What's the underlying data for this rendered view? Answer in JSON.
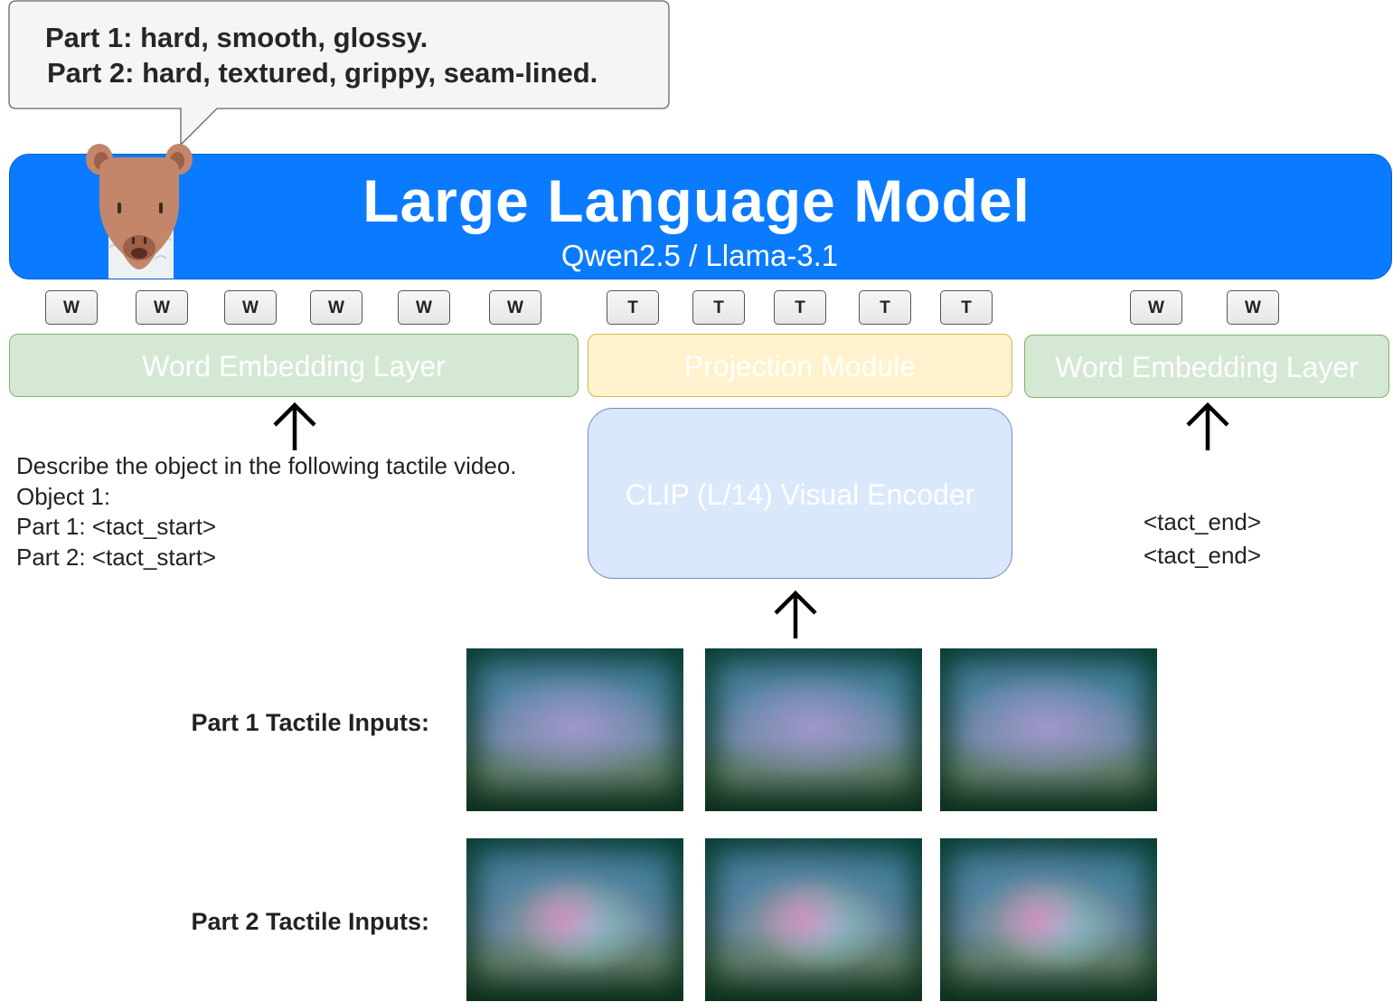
{
  "bubble": {
    "line1": "Part 1: hard, smooth, glossy.",
    "line2": "Part 2: hard, textured, grippy, seam-lined."
  },
  "llm": {
    "title": "Large Language Model",
    "subtitle": "Qwen2.5 / Llama-3.1",
    "color": "#0a7bff"
  },
  "tokens": {
    "word": "W",
    "tactile": "T"
  },
  "layers": {
    "word_embedding_left": "Word Embedding Layer",
    "projection": "Projection Module",
    "word_embedding_right": "Word Embedding Layer",
    "encoder": "CLIP (L/14) Visual Encoder"
  },
  "prompt": {
    "line1": "Describe the object in the following tactile video.",
    "line2": "Object 1:",
    "line3": "Part 1: <tact_start>",
    "line4": "Part 2: <tact_start>"
  },
  "tact_end": {
    "line1": "<tact_end>",
    "line2": "<tact_end>"
  },
  "inputs": {
    "part1_label": "Part 1 Tactile Inputs:",
    "part2_label": "Part 2 Tactile Inputs:"
  },
  "icons": {
    "llm_mascot": "llama-icon",
    "arrow": "arrow-up-icon"
  }
}
